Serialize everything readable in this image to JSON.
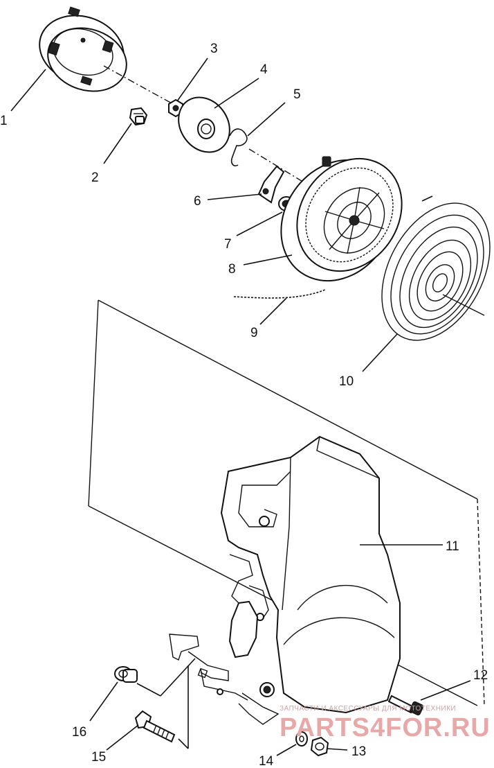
{
  "callouts": [
    {
      "id": "1",
      "label": "1"
    },
    {
      "id": "2",
      "label": "2"
    },
    {
      "id": "3",
      "label": "3"
    },
    {
      "id": "4",
      "label": "4"
    },
    {
      "id": "5",
      "label": "5"
    },
    {
      "id": "6",
      "label": "6"
    },
    {
      "id": "7",
      "label": "7"
    },
    {
      "id": "8",
      "label": "8"
    },
    {
      "id": "9",
      "label": "9"
    },
    {
      "id": "10",
      "label": "10"
    },
    {
      "id": "11",
      "label": "11"
    },
    {
      "id": "12",
      "label": "12"
    },
    {
      "id": "13",
      "label": "13"
    },
    {
      "id": "14",
      "label": "14"
    },
    {
      "id": "15",
      "label": "15"
    },
    {
      "id": "16",
      "label": "16"
    }
  ],
  "watermark": {
    "small_text": "ЗАПЧАСТИ И АКСЕССУАРЫ ДЛЯ МОТОТЕХНИКИ",
    "logo_text": "PARTS4FOR.RU"
  }
}
